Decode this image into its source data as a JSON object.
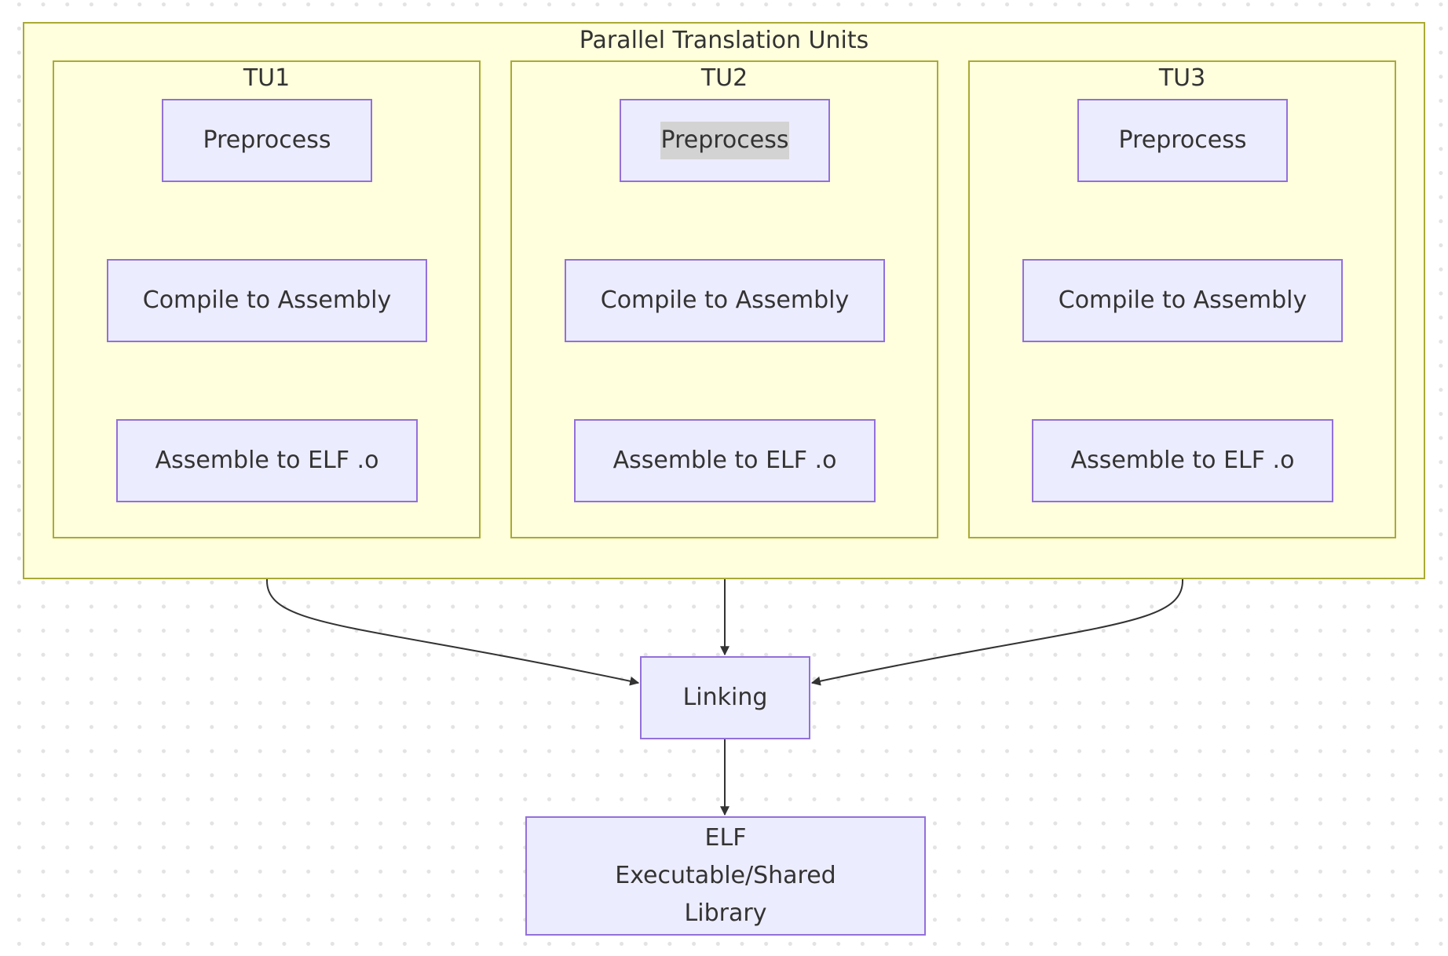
{
  "diagram": {
    "outer_group": {
      "title": "Parallel Translation Units"
    },
    "units": [
      {
        "title": "TU1",
        "steps": [
          "Preprocess",
          "Compile to Assembly",
          "Assemble to ELF .o"
        ]
      },
      {
        "title": "TU2",
        "steps": [
          "Preprocess",
          "Compile to Assembly",
          "Assemble to ELF .o"
        ]
      },
      {
        "title": "TU3",
        "steps": [
          "Preprocess",
          "Compile to Assembly",
          "Assemble to ELF .o"
        ]
      }
    ],
    "linking": {
      "label": "Linking"
    },
    "output": {
      "label": "ELF Executable/Shared Library"
    }
  },
  "colors": {
    "cluster_fill": "#ffffde",
    "cluster_stroke": "#aaaa33",
    "node_fill": "#ececff",
    "node_stroke": "#9370db",
    "edge": "#333333",
    "text": "#333333",
    "highlight": "#d3d3d3"
  }
}
